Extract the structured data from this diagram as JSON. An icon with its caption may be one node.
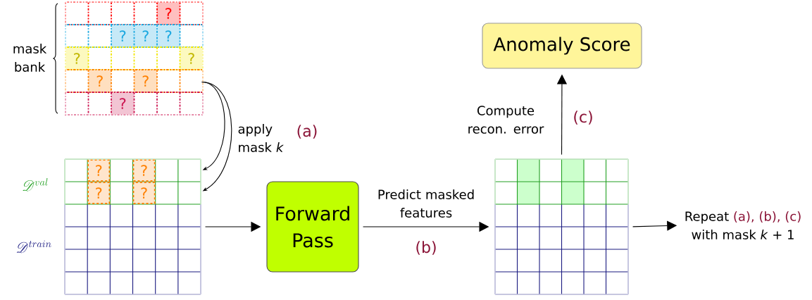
{
  "diagram": {
    "nodes": [
      {
        "text": [],
        "shape": "box",
        "beside": [
          "mask bank"
        ]
      },
      {
        "text": [],
        "shape": "box",
        "beside": [
          "\\mathscr{D}^{val}",
          "\\mathscr{D}^{train}"
        ]
      },
      {
        "text": [
          "Forward Pass"
        ]
      },
      {
        "text": [],
        "shape": "box"
      },
      {
        "text": [
          "Anomaly Score"
        ]
      },
      {
        "text": [
          "Repeat",
          "(a), (b), (c)",
          "with mask *k* + 1"
        ]
      }
    ],
    "edges": [
      {
        "from": 0,
        "to": 1,
        "arrow": "to",
        "label": "apply mask *k*"
      },
      {
        "from": 0,
        "to": 1,
        "arrow": "to"
      },
      {
        "from": 1,
        "to": 2,
        "arrow": "to"
      },
      {
        "from": 2,
        "to": 3,
        "arrow": "to",
        "label": "Predict masked features"
      },
      {
        "from": 3,
        "to": 4,
        "arrow": "to",
        "label": "Compute recon. error"
      },
      {
        "from": 3,
        "to": 5,
        "arrow": "to"
      }
    ],
    "labels": [
      "?",
      "?",
      "?",
      "?",
      "?",
      "?",
      "?",
      "?",
      "?",
      "?",
      "?",
      "?",
      "?",
      "(a)",
      "(b)",
      "(c)"
    ]
  }
}
